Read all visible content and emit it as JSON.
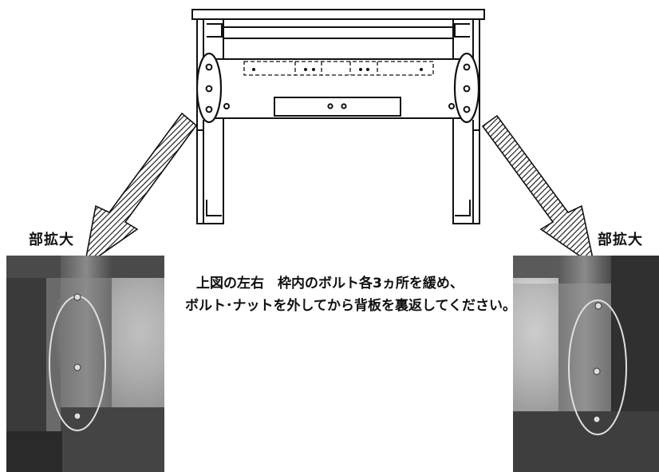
{
  "labels": {
    "left_zoom": "部拡大",
    "right_zoom": "部拡大"
  },
  "instructions": {
    "line1": "上図の左右　枠内のボルト各3ヵ所を緩め、",
    "line2": "ボルト･ナットを外してから背板を裏返してください。"
  },
  "colors": {
    "line": "#111111",
    "highlight_oval": "#dddddd",
    "wood_light": "#7a7a7a",
    "wood_dark": "#2a2a2a"
  }
}
